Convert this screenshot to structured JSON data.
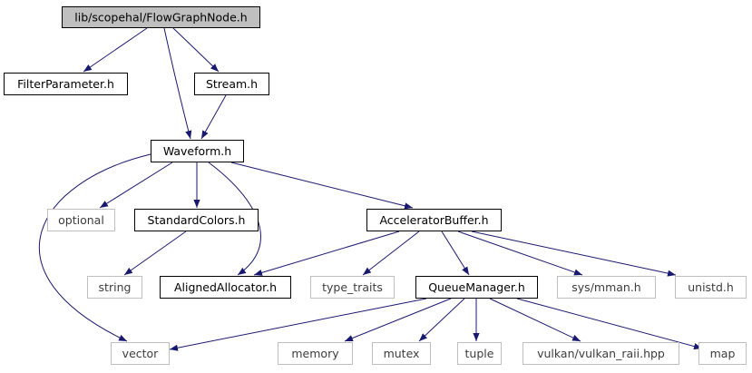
{
  "diagram": {
    "nodes": [
      {
        "id": "flowgraphnode",
        "label": "lib/scopehal/FlowGraphNode.h",
        "style": "root"
      },
      {
        "id": "filterparameter",
        "label": "FilterParameter.h",
        "style": "local"
      },
      {
        "id": "stream",
        "label": "Stream.h",
        "style": "local"
      },
      {
        "id": "waveform",
        "label": "Waveform.h",
        "style": "local"
      },
      {
        "id": "optional",
        "label": "optional",
        "style": "system"
      },
      {
        "id": "standardcolors",
        "label": "StandardColors.h",
        "style": "local"
      },
      {
        "id": "acceleratorbuffer",
        "label": "AcceleratorBuffer.h",
        "style": "local"
      },
      {
        "id": "string",
        "label": "string",
        "style": "system"
      },
      {
        "id": "alignedallocator",
        "label": "AlignedAllocator.h",
        "style": "local"
      },
      {
        "id": "type_traits",
        "label": "type_traits",
        "style": "system"
      },
      {
        "id": "queuemanager",
        "label": "QueueManager.h",
        "style": "local"
      },
      {
        "id": "sysmman",
        "label": "sys/mman.h",
        "style": "system"
      },
      {
        "id": "unistd",
        "label": "unistd.h",
        "style": "system"
      },
      {
        "id": "vector",
        "label": "vector",
        "style": "system"
      },
      {
        "id": "memory",
        "label": "memory",
        "style": "system"
      },
      {
        "id": "mutex",
        "label": "mutex",
        "style": "system"
      },
      {
        "id": "tuple",
        "label": "tuple",
        "style": "system"
      },
      {
        "id": "vulkan_raii",
        "label": "vulkan/vulkan_raii.hpp",
        "style": "system"
      },
      {
        "id": "map",
        "label": "map",
        "style": "system"
      }
    ],
    "edges": [
      {
        "from": "flowgraphnode",
        "to": "filterparameter"
      },
      {
        "from": "flowgraphnode",
        "to": "waveform"
      },
      {
        "from": "flowgraphnode",
        "to": "stream"
      },
      {
        "from": "stream",
        "to": "waveform"
      },
      {
        "from": "waveform",
        "to": "vector"
      },
      {
        "from": "waveform",
        "to": "optional"
      },
      {
        "from": "waveform",
        "to": "standardcolors"
      },
      {
        "from": "waveform",
        "to": "alignedallocator"
      },
      {
        "from": "waveform",
        "to": "acceleratorbuffer"
      },
      {
        "from": "standardcolors",
        "to": "string"
      },
      {
        "from": "acceleratorbuffer",
        "to": "alignedallocator"
      },
      {
        "from": "acceleratorbuffer",
        "to": "type_traits"
      },
      {
        "from": "acceleratorbuffer",
        "to": "queuemanager"
      },
      {
        "from": "acceleratorbuffer",
        "to": "sysmman"
      },
      {
        "from": "acceleratorbuffer",
        "to": "unistd"
      },
      {
        "from": "queuemanager",
        "to": "vector"
      },
      {
        "from": "queuemanager",
        "to": "memory"
      },
      {
        "from": "queuemanager",
        "to": "mutex"
      },
      {
        "from": "queuemanager",
        "to": "tuple"
      },
      {
        "from": "queuemanager",
        "to": "vulkan_raii"
      },
      {
        "from": "queuemanager",
        "to": "map"
      }
    ],
    "colors": {
      "edge": "#191970",
      "root_fill": "#bfbfbf",
      "root_border": "#000000",
      "local_border": "#000000",
      "system_border": "#bfbfbf",
      "text": "#000000"
    }
  }
}
